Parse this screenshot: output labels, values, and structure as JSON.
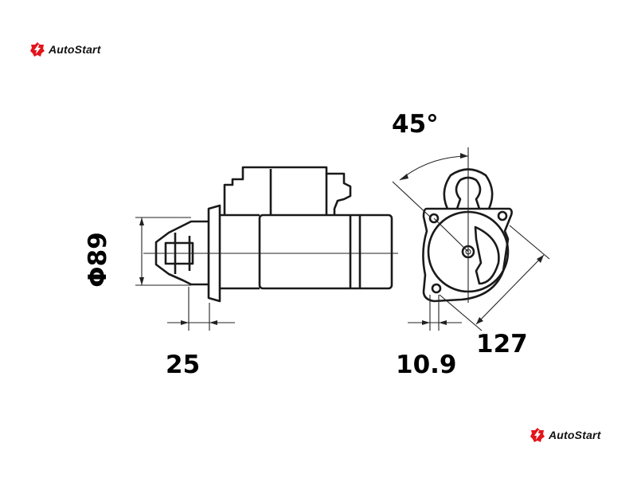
{
  "brand": {
    "name": "AutoStart",
    "color": "#e3141b"
  },
  "dimensions": {
    "diameter": "Φ89",
    "length_nose": "25",
    "angle": "45°",
    "mount_span": "127",
    "hole_offset": "10.9"
  }
}
